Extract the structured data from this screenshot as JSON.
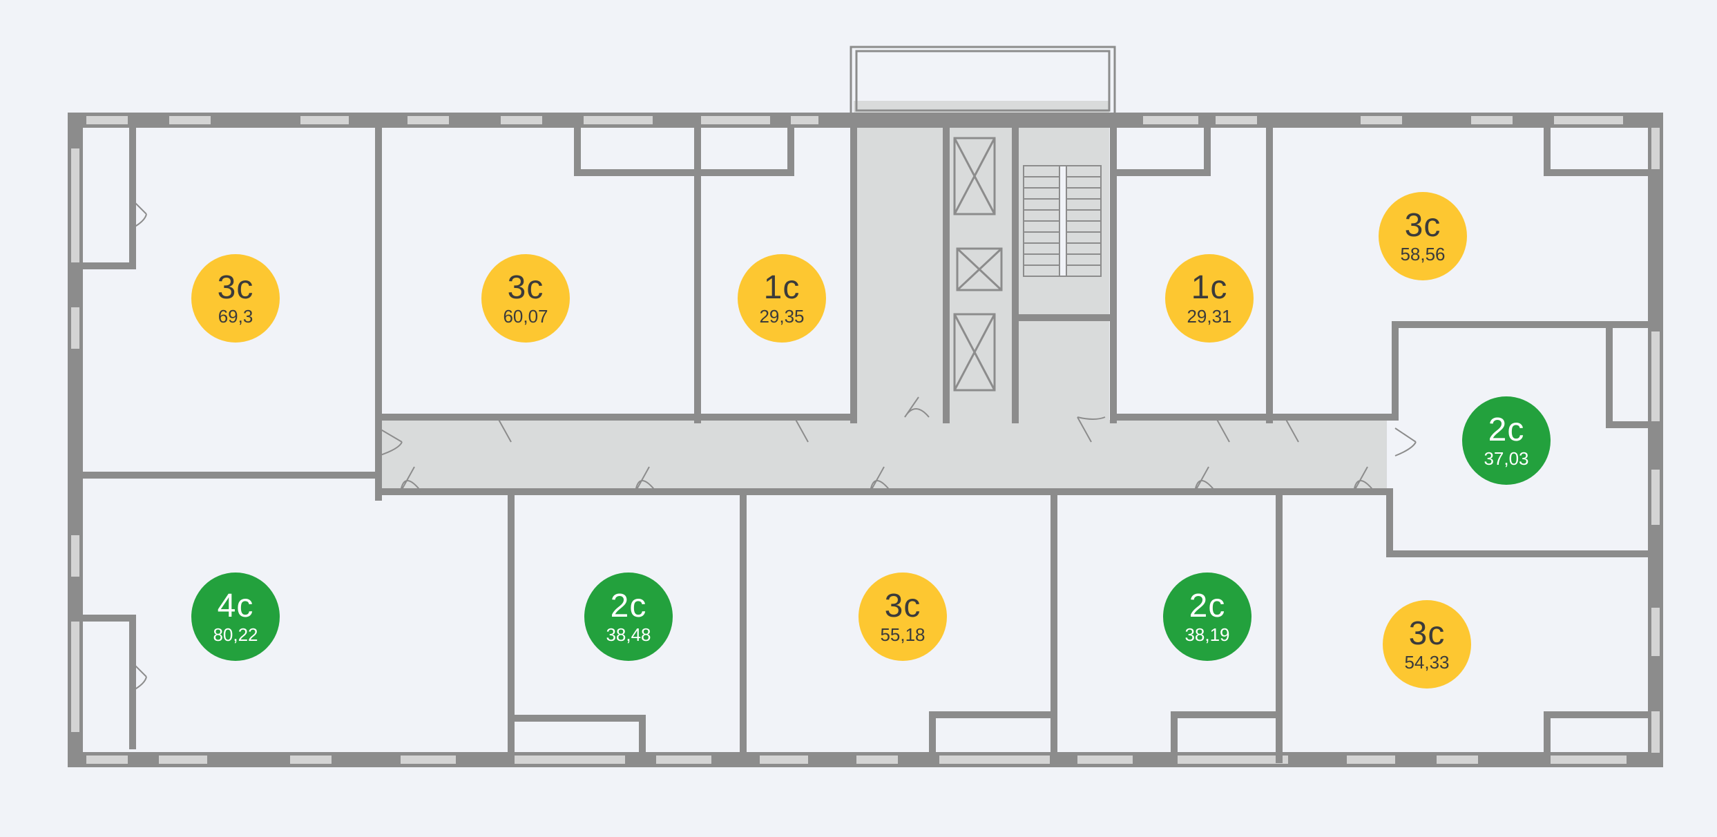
{
  "colors": {
    "background": "#f1f3f8",
    "wall": "#8c8c8c",
    "common_area": "#d9dbdb",
    "window": "#d4d4d4",
    "available_badge": "#fdc731",
    "other_badge": "#23a13d"
  },
  "apartments": [
    {
      "id": "apt-1",
      "rooms": "3с",
      "area": "69,3",
      "color": "yellow"
    },
    {
      "id": "apt-2",
      "rooms": "3с",
      "area": "60,07",
      "color": "yellow"
    },
    {
      "id": "apt-3",
      "rooms": "1с",
      "area": "29,35",
      "color": "yellow"
    },
    {
      "id": "apt-4",
      "rooms": "1с",
      "area": "29,31",
      "color": "yellow"
    },
    {
      "id": "apt-5",
      "rooms": "3с",
      "area": "58,56",
      "color": "yellow"
    },
    {
      "id": "apt-6",
      "rooms": "2с",
      "area": "37,03",
      "color": "green"
    },
    {
      "id": "apt-7",
      "rooms": "4с",
      "area": "80,22",
      "color": "green"
    },
    {
      "id": "apt-8",
      "rooms": "2с",
      "area": "38,48",
      "color": "green"
    },
    {
      "id": "apt-9",
      "rooms": "3с",
      "area": "55,18",
      "color": "yellow"
    },
    {
      "id": "apt-10",
      "rooms": "2с",
      "area": "38,19",
      "color": "green"
    },
    {
      "id": "apt-11",
      "rooms": "3с",
      "area": "54,33",
      "color": "yellow"
    }
  ]
}
